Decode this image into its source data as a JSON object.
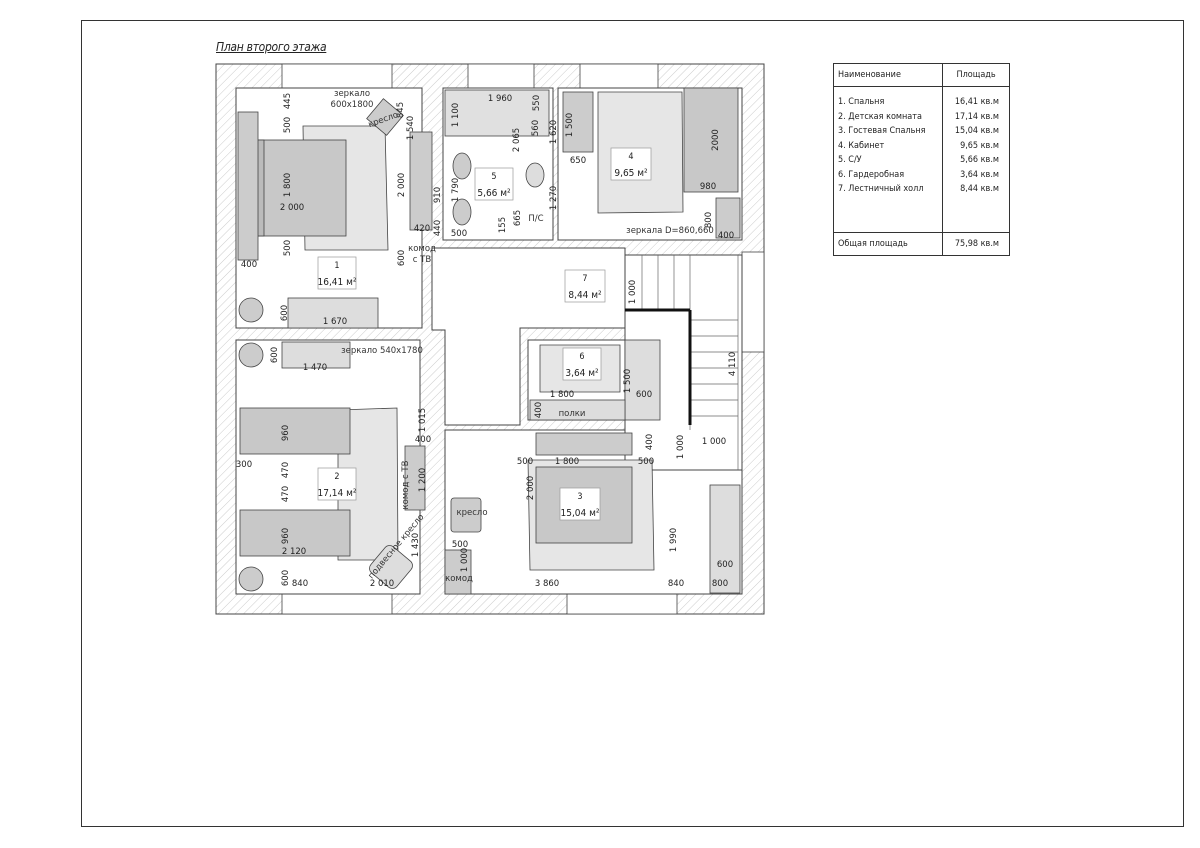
{
  "title": "План второго этажа",
  "rooms": [
    {
      "num": "1",
      "area": "16,41 м²"
    },
    {
      "num": "2",
      "area": "17,14 м²"
    },
    {
      "num": "3",
      "area": "15,04 м²"
    },
    {
      "num": "4",
      "area": "9,65 м²"
    },
    {
      "num": "5",
      "area": "5,66 м²"
    },
    {
      "num": "6",
      "area": "3,64 м²"
    },
    {
      "num": "7",
      "area": "8,44 м²"
    }
  ],
  "dims": [
    "445",
    "500",
    "1 800",
    "2 000",
    "500",
    "400",
    "600",
    "1 670",
    "845",
    "1 540",
    "2 000",
    "910",
    "420",
    "440",
    "600",
    "1 960",
    "1 100",
    "550",
    "560",
    "2 065",
    "1 790",
    "500",
    "665",
    "155",
    "1 620",
    "1 270",
    "1 500",
    "650",
    "2000",
    "980",
    "800",
    "400",
    "1 000",
    "600",
    "1 470",
    "1 015",
    "400",
    "960",
    "300",
    "470",
    "470",
    "1 200",
    "960",
    "2 120",
    "1 430",
    "600",
    "840",
    "2 010",
    "1 800",
    "1 500",
    "600",
    "400",
    "4 110",
    "1 000",
    "1 000",
    "400",
    "500",
    "1 800",
    "500",
    "2 000",
    "500",
    "1 000",
    "1 990",
    "600",
    "3 860",
    "840",
    "800"
  ],
  "labels": {
    "mirror1": "зеркало",
    "mirror1_size": "600x1800",
    "armchair1": "кресло",
    "dresser_tv1a": "комод",
    "dresser_tv1b": "с ТВ",
    "shaft": "П/С",
    "mirror4": "зеркала D=860,660",
    "mirror2": "зеркало 540x1780",
    "dresser_tv2": "комод с ТВ",
    "hanging_chair": "подвесное кресло",
    "shelves": "полки",
    "armchair3": "кресло",
    "dresser3": "комод"
  },
  "table": {
    "header": {
      "name": "Наименование",
      "area": "Площадь"
    },
    "rows": [
      {
        "name": "1. Спальня",
        "area": "16,41 кв.м"
      },
      {
        "name": "2. Детская комната",
        "area": "17,14 кв.м"
      },
      {
        "name": "3. Гостевая Спальня",
        "area": "15,04 кв.м"
      },
      {
        "name": "4. Кабинет",
        "area": "9,65 кв.м"
      },
      {
        "name": "5. С/У",
        "area": "5,66 кв.м"
      },
      {
        "name": "6. Гардеробная",
        "area": "3,64 кв.м"
      },
      {
        "name": "7. Лестничный холл",
        "area": "8,44 кв.м"
      }
    ],
    "total": {
      "name": "Общая площадь",
      "area": "75,98 кв.м"
    }
  }
}
